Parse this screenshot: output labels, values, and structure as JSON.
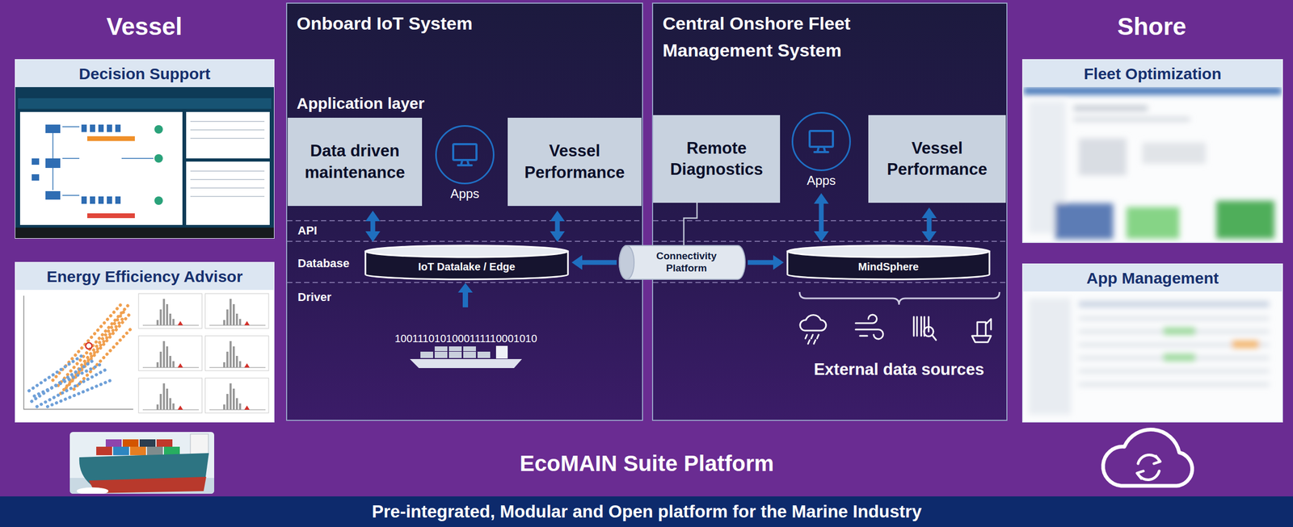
{
  "diagram": {
    "title": "EcoMAIN Suite Platform",
    "caption": "Pre-integrated, Modular and Open platform for the Marine Industry",
    "nodes": [
      {
        "text": [
          "Decision Support"
        ]
      },
      {
        "text": [
          "Energy Efficiency Advisor"
        ]
      },
      {
        "text": [
          "Onboard IoT System"
        ]
      },
      {
        "text": [
          "Data driven maintenance"
        ],
        "in": 2
      },
      {
        "text": [
          "Apps"
        ],
        "in": 2
      },
      {
        "text": [
          "Vessel Performance"
        ],
        "in": 2
      },
      {
        "text": [
          "IoT Datalake / Edge"
        ],
        "in": 2
      },
      {
        "text": [
          "Central Onshore Fleet Management System"
        ]
      },
      {
        "text": [
          "Remote Diagnostics"
        ],
        "in": 7
      },
      {
        "text": [
          "Apps"
        ],
        "in": 7
      },
      {
        "text": [
          "Vessel Performance"
        ],
        "in": 7
      },
      {
        "text": [
          "MindSphere"
        ],
        "in": 7
      },
      {
        "text": [
          "Connectivity Platform"
        ]
      },
      {
        "text": [
          "Fleet Optimization"
        ]
      },
      {
        "text": [
          "App Management"
        ]
      }
    ],
    "edges": [
      {
        "from": 3,
        "to": 6,
        "arrow": "both"
      },
      {
        "from": 5,
        "to": 6,
        "arrow": "both"
      },
      {
        "from": 12,
        "to": 6,
        "arrow": "to"
      },
      {
        "from": 12,
        "to": 11,
        "arrow": "to"
      },
      {
        "from": 8,
        "to": 12,
        "arrow": "none"
      },
      {
        "from": 9,
        "to": 11,
        "arrow": "both"
      },
      {
        "from": 10,
        "to": 11,
        "arrow": "both"
      }
    ],
    "labels": [
      "Vessel",
      "Shore",
      "Application layer",
      "API",
      "Database",
      "Driver",
      "1001110101000111110001010",
      "External data sources"
    ]
  }
}
